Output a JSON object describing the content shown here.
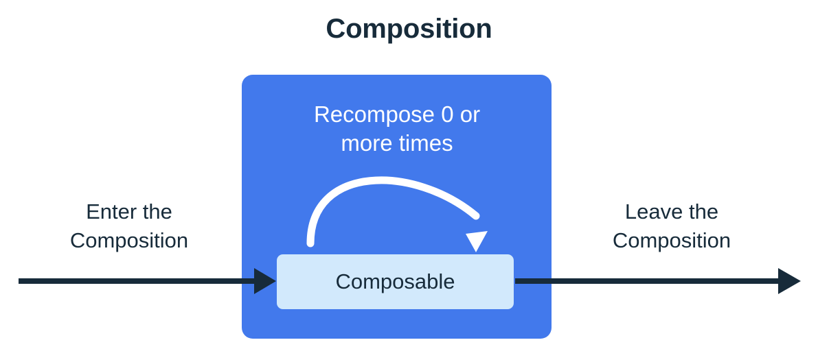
{
  "title": "Composition",
  "composition_box": {
    "recompose_label_line1": "Recompose 0 or",
    "recompose_label_line2": "more times",
    "recompose_label_full": "Recompose 0 or more times",
    "composable_label": "Composable"
  },
  "flow": {
    "enter_label_line1": "Enter the",
    "enter_label_line2": "Composition",
    "enter_label_full": "Enter the Composition",
    "leave_label_line1": "Leave the",
    "leave_label_line2": "Composition",
    "leave_label_full": "Leave the Composition"
  },
  "icons": {
    "enter_arrow": "arrow-right-icon",
    "leave_arrow": "arrow-right-icon",
    "recompose_arrow": "arc-loop-arrow-icon"
  },
  "colors": {
    "background": "#ffffff",
    "composition_blue": "#4279EC",
    "composable_light_blue": "#D2E9FC",
    "text_dark": "#172B3A",
    "text_light": "#FFFFFF",
    "arrow_dark": "#172B3A",
    "arc_white": "#FFFFFF"
  }
}
